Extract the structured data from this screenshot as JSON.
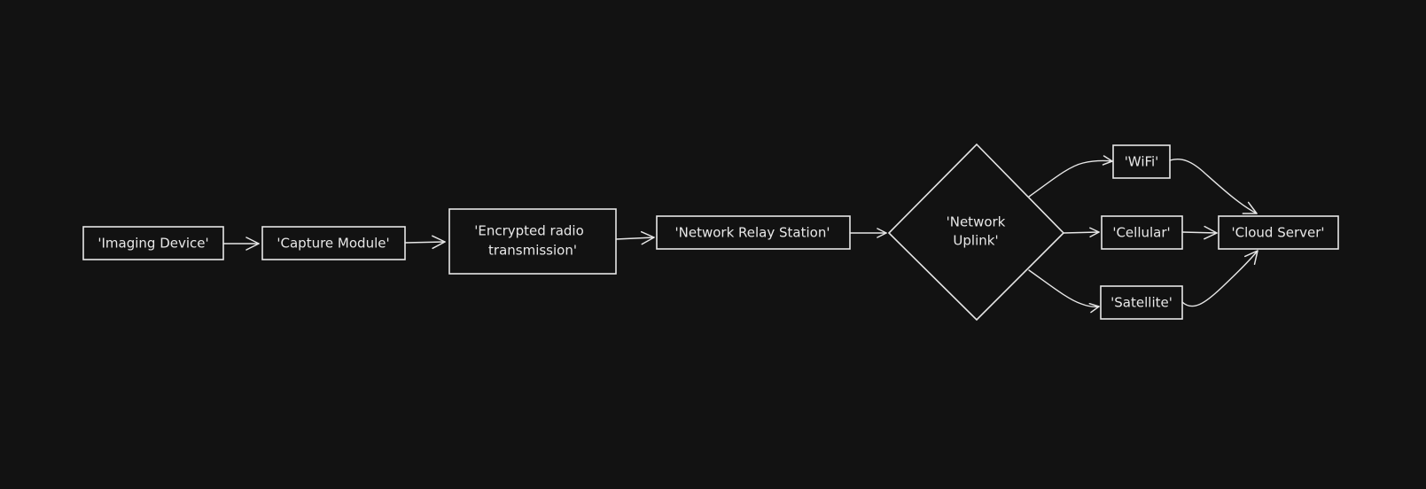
{
  "diagram": {
    "nodes": {
      "imaging_device": {
        "label": "'Imaging Device'"
      },
      "capture_module": {
        "label": "'Capture Module'"
      },
      "encrypted_radio": {
        "line1": "'Encrypted radio",
        "line2": "transmission'"
      },
      "relay_station": {
        "label": "'Network Relay Station'"
      },
      "network_uplink": {
        "line1": "'Network",
        "line2": "Uplink'"
      },
      "wifi": {
        "label": "'WiFi'"
      },
      "cellular": {
        "label": "'Cellular'"
      },
      "satellite": {
        "label": "'Satellite'"
      },
      "cloud_server": {
        "label": "'Cloud Server'"
      }
    }
  },
  "colors": {
    "background": "#121212",
    "stroke": "#e6e6e6",
    "text": "#e8e8e8"
  }
}
